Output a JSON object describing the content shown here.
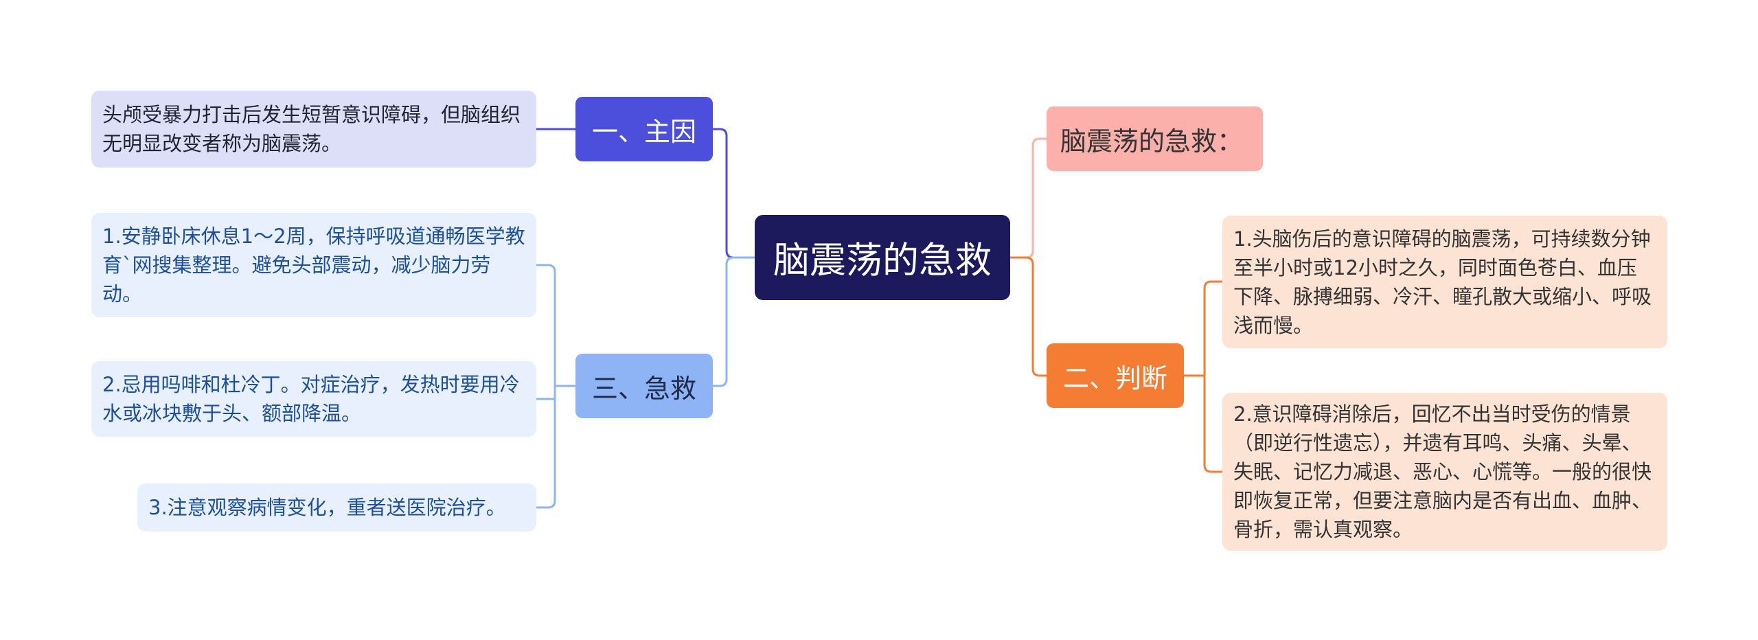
{
  "root": {
    "label": "脑震荡的急救"
  },
  "branches": {
    "main_cause": {
      "label": "一、主因",
      "items": [
        "头颅受暴力打击后发生短暂意识障碍，但脑组织无明显改变者称为脑震荡。"
      ]
    },
    "first_aid": {
      "label": "三、急救",
      "items": [
        "1.安静卧床休息1～2周，保持呼吸道通畅医学教育`网搜集整理。避免头部震动，减少脑力劳动。",
        "2.忌用吗啡和杜冷丁。对症治疗，发热时要用冷水或冰块敷于头、额部降温。",
        "3.注意观察病情变化，重者送医院治疗。"
      ]
    },
    "topic": {
      "label": "脑震荡的急救："
    },
    "judgement": {
      "label": "二、判断",
      "items": [
        "1.头脑伤后的意识障碍的脑震荡，可持续数分钟至半小时或12小时之久，同时面色苍白、血压下降、脉搏细弱、冷汗、瞳孔散大或缩小、呼吸浅而慢。",
        "2.意识障碍消除后，回忆不出当时受伤的情景（即逆行性遗忘），并遗有耳鸣、头痛、头晕、失眠、记忆力减退、恶心、心慌等。一般的很快即恢复正常，但要注意脑内是否有出血、血肿、骨折，需认真观察。"
      ]
    }
  },
  "colors": {
    "root": "#1c195c",
    "main_cause": "#4c4fdc",
    "first_aid": "#8fb4f5",
    "topic": "#fbb0ac",
    "judgement": "#f57c33"
  }
}
